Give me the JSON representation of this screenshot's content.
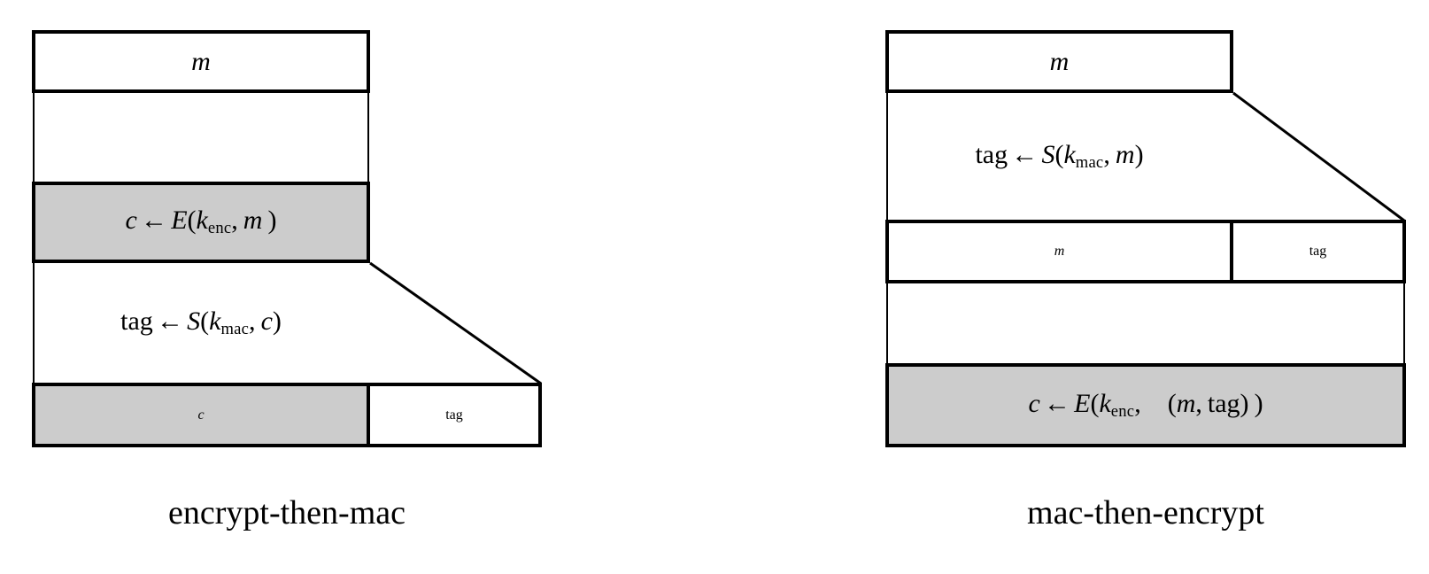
{
  "figure": {
    "background_color": "#ffffff",
    "line_color": "#000000",
    "shaded_fill": "#cccccc",
    "unshaded_fill": "#ffffff"
  },
  "diagrams": [
    {
      "id": "encrypt-then-mac",
      "caption": "encrypt-then-mac",
      "rows": [
        {
          "name": "message-box",
          "shaded": false,
          "cells": [
            {
              "label": "m",
              "shaded": false
            }
          ]
        },
        {
          "name": "encrypt-step-box",
          "shaded": true,
          "formula": "c ← E(k_enc, m )",
          "formula_parts": {
            "output": "c",
            "arrow": "←",
            "function": "E",
            "key": "k",
            "key_sub": "enc",
            "input": "m"
          }
        },
        {
          "name": "mac-step-label",
          "shaded": false,
          "formula": "tag ← S(k_mac, c)",
          "formula_parts": {
            "output": "tag",
            "arrow": "←",
            "function": "S",
            "key": "k",
            "key_sub": "mac",
            "input": "c"
          }
        },
        {
          "name": "output-box",
          "shaded": false,
          "cells": [
            {
              "label": "c",
              "shaded": true
            },
            {
              "label": "tag",
              "shaded": false
            }
          ]
        }
      ]
    },
    {
      "id": "mac-then-encrypt",
      "caption": "mac-then-encrypt",
      "rows": [
        {
          "name": "message-box",
          "shaded": false,
          "cells": [
            {
              "label": "m",
              "shaded": false
            }
          ]
        },
        {
          "name": "mac-step-label",
          "shaded": false,
          "formula": "tag ← S(k_mac, m)",
          "formula_parts": {
            "output": "tag",
            "arrow": "←",
            "function": "S",
            "key": "k",
            "key_sub": "mac",
            "input": "m"
          }
        },
        {
          "name": "message-tag-box",
          "shaded": false,
          "cells": [
            {
              "label": "m",
              "shaded": false
            },
            {
              "label": "tag",
              "shaded": false
            }
          ]
        },
        {
          "name": "encrypt-step-box",
          "shaded": true,
          "formula": "c ← E(k_enc, (m, tag) )",
          "formula_parts": {
            "output": "c",
            "arrow": "←",
            "function": "E",
            "key": "k",
            "key_sub": "enc",
            "input": "(m, tag)"
          }
        }
      ]
    }
  ],
  "labels": {
    "m": "m",
    "c": "c",
    "tag": "tag",
    "k": "k",
    "E": "E",
    "S": "S",
    "enc": "enc",
    "mac": "mac",
    "left_arrow": "←",
    "comma": ",",
    "lparen": "(",
    "rparen": ")"
  }
}
